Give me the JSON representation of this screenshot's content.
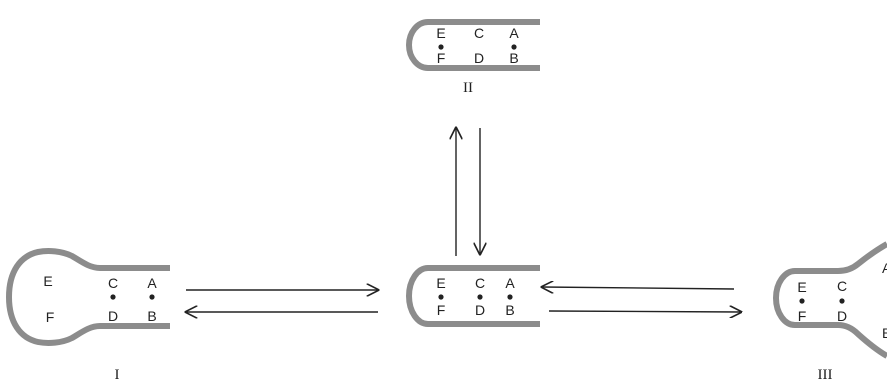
{
  "structures": {
    "center": {
      "labels": [
        "E",
        "C",
        "A",
        "F",
        "D",
        "B"
      ]
    },
    "top": {
      "labels": [
        "E",
        "C",
        "A",
        "F",
        "D",
        "B"
      ],
      "roman": "II"
    },
    "left": {
      "labels": [
        "E",
        "C",
        "A",
        "F",
        "D",
        "B"
      ],
      "roman": "I"
    },
    "right": {
      "labels": [
        "E",
        "C",
        "A",
        "F",
        "D",
        "B"
      ],
      "roman": "III"
    }
  },
  "colors": {
    "membrane": "#8c8c8c",
    "stroke": "#222222",
    "background": "#ffffff"
  }
}
